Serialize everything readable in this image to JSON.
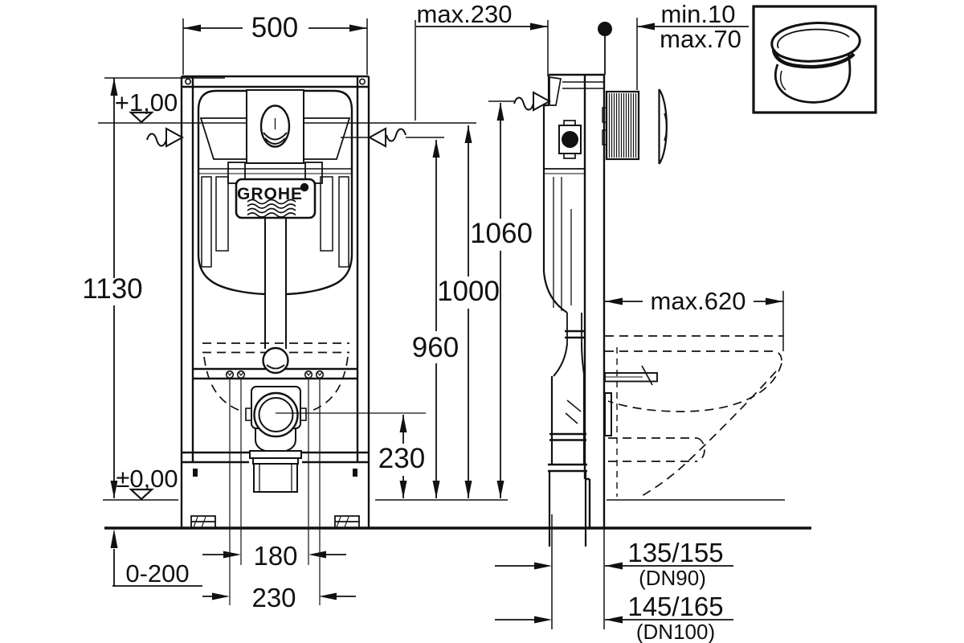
{
  "labels": {
    "front_width": "500",
    "frame_height": "1130",
    "level_top": "+1,00",
    "level_floor": "±0,00",
    "depth_max": "max.230",
    "finish_min": "min.10",
    "finish_max": "max.70",
    "supply_height": "1060",
    "plate_height": "1000",
    "actuation_height": "960",
    "outlet_height": "230",
    "bowl_depth_max": "max.620",
    "floor_adjust": "0-200",
    "bolt_spacing": "180",
    "outlet_spacing": "230",
    "drain_dn90": "135/155",
    "drain_dn90_note": "(DN90)",
    "drain_dn100": "145/165",
    "drain_dn100_note": "(DN100)",
    "brand": "GROHE"
  },
  "colors": {
    "line": "#111111",
    "background": "#ffffff"
  }
}
